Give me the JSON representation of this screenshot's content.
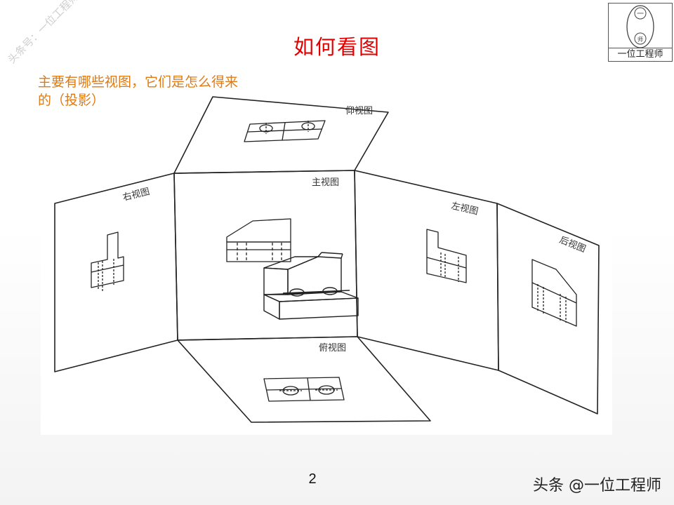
{
  "slide": {
    "title": "如何看图",
    "subtitle": "主要有哪些视图，它们是怎么得来的（投影）",
    "page_number": "2",
    "watermark": "头条号：一位工程师",
    "source_credit": "头条 @一位工程师"
  },
  "logo": {
    "caption": "一位工程师",
    "glyph_top": "一",
    "glyph_bottom": "师"
  },
  "figure": {
    "labels": {
      "top_view_up": "仰视图",
      "front": "主视图",
      "right": "右视图",
      "left": "左视图",
      "back": "后视图",
      "top_view_down": "俯视图"
    }
  },
  "colors": {
    "title": "#e00000",
    "subtitle": "#e07a10",
    "line": "#222222"
  }
}
